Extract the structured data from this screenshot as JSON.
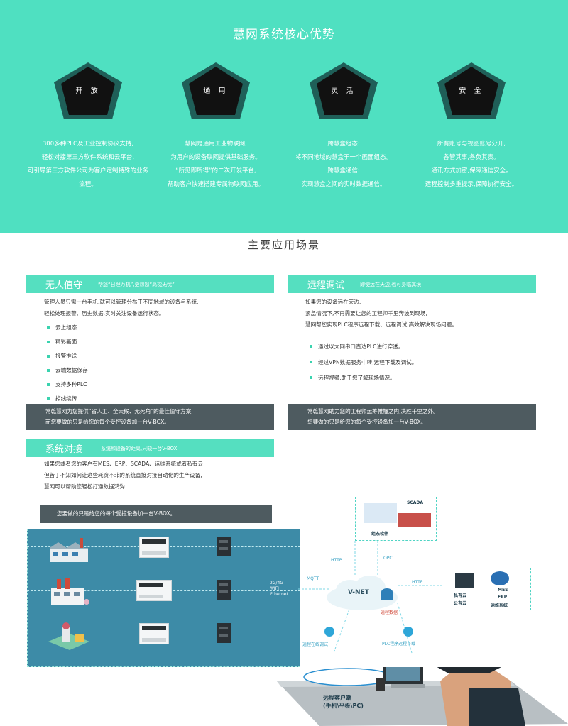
{
  "top": {
    "title": "慧网系统核心优势",
    "advantages": [
      {
        "label": "开 放",
        "lines": [
          "300多种PLC及工业控制协议支持,",
          "轻松对接第三方软件系统和云平台,",
          "可引导第三方软件公司为客户定制特殊的业务",
          "流程。"
        ]
      },
      {
        "label": "通 用",
        "lines": [
          "慧网是通用工业物联网,",
          "为用户的设备联网提供基础服务。",
          "“所见即所得”的二次开发平台,",
          "帮助客户快速搭建专属物联网应用。"
        ]
      },
      {
        "label": "灵 活",
        "lines": [
          "跨慧盒组态:",
          "将不同地域的慧盒于一个画面组态。",
          "跨慧盒通信:",
          "实现慧盒之间的实时数据通信。"
        ]
      },
      {
        "label": "安 全",
        "lines": [
          "所有账号与视图账号分开,",
          "各管其事,各负其责。",
          "通讯方式加密,保障通信安全。",
          "远程控制多重提示,保障执行安全。"
        ]
      }
    ]
  },
  "section_title": "主要应用场景",
  "scenarios": {
    "unattended": {
      "title": "无人值守",
      "subtitle": "——帮您“日理万机”,更帮您“高枕无忧”",
      "intro": [
        "管理人员只需一台手机,就可以管理分布于不同地域的设备与系统,",
        "轻松处理报警、历史数据,实时关注设备运行状态。"
      ],
      "items": [
        "云上组态",
        "精彩画面",
        "报警推送",
        "云端数据保存",
        "支持多种PLC",
        "掉线续传"
      ],
      "footer": [
        "常乾慧网为您提供“省人工、全天候、无死角”的最佳值守方案,",
        "而您要做的只是给您的每个受控设备加一台V-BOX。"
      ]
    },
    "remote": {
      "title": "远程调试",
      "subtitle": "——即使远在天边,也可身临其境",
      "intro": [
        "如果您的设备远在天边,",
        "紧急情况下,不再需要让您的工程师千里奔波到现场,",
        "慧网帮您实现PLC程序远程下载、远程调试,高效解决现场问题。"
      ],
      "items": [
        "通过以太网串口直达PLC进行穿透。",
        "经过VPN数据服务中转,远程下载及调试。",
        "远程视频,助于您了解现场情况。"
      ],
      "footer": [
        "常乾慧网助力您的工程师运筹帷幄之内,决胜千里之外。",
        "您要做的只是给您的每个受控设备加一台V-BOX。"
      ]
    },
    "docking": {
      "title": "系统对接",
      "subtitle": "——系统和设备的距离,只缺一台V-BOX",
      "intro": [
        "如果您或者您的客户有MES、ERP、SCADA、运维系统或者私有云,",
        "但苦于不知如何让这些耗资不菲的系统直接对接自动化的生产设备,",
        "慧网可以帮助您轻松打通数据鸿沟!"
      ],
      "footer": [
        "您要做的只是给您的每个受控设备加一台V-BOX。"
      ]
    }
  },
  "diagram": {
    "link": "2G/4G\nWIFI\nEthernet",
    "mqtt": "MQTT",
    "http1": "HTTP",
    "opc": "OPC",
    "http2": "HTTP",
    "vnet": "V-NET",
    "remote_data": "远程数据",
    "scada": "SCADA",
    "config_soft": "组态软件",
    "private_cloud": "私有云",
    "public_cloud": "公有云",
    "mes": "MES",
    "erp": "ERP",
    "ops": "运维系统",
    "remote_debug": "远程在线调试",
    "plc_download": "PLC程序远程下载",
    "client": [
      "远程客户端",
      "(手机\\平板\\PC)"
    ]
  },
  "colors": {
    "teal": "#4fe0c1",
    "dark": "#4e5b60",
    "blue": "#3d8ba7"
  }
}
